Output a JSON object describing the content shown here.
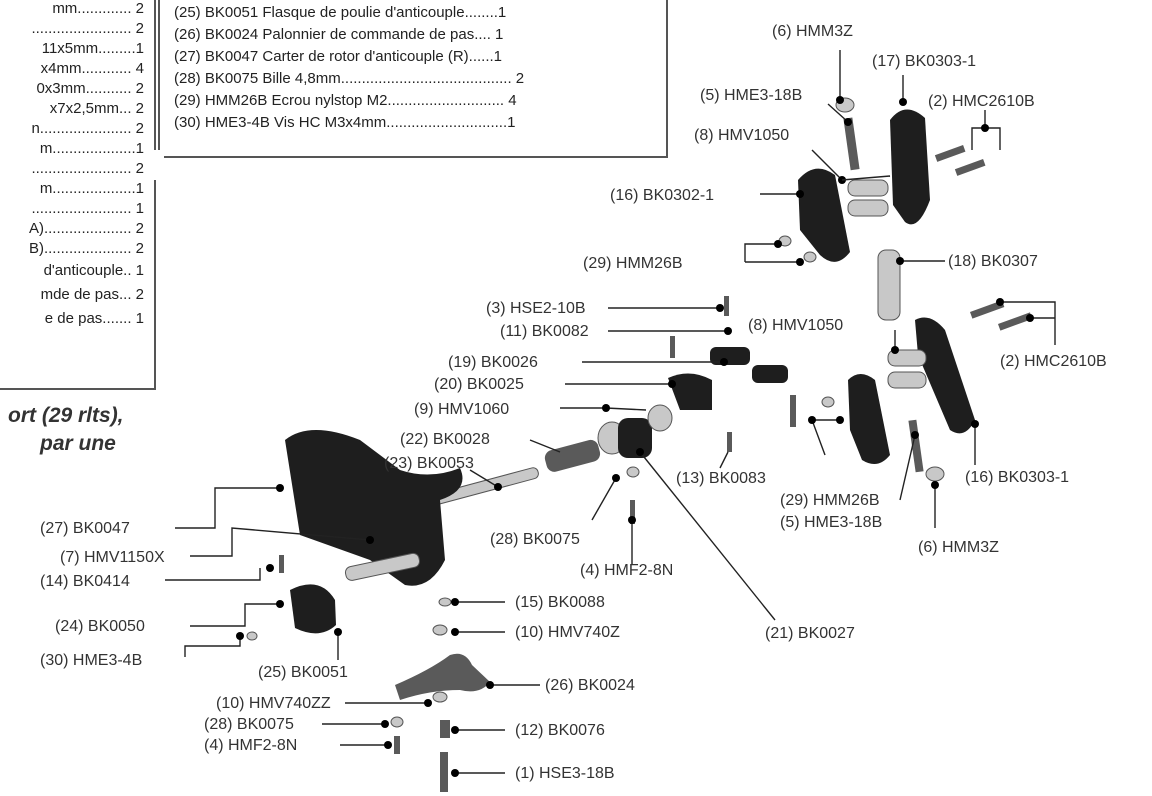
{
  "parts_list_left": [
    "mm............. 2",
    "........................ 2",
    "11x5mm.........1",
    "x4mm............ 4",
    "0x3mm........... 2",
    "x7x2,5mm... 2",
    "n...................... 2",
    "m....................1",
    "........................ 2",
    "m....................1",
    "........................ 1",
    "A)..................... 2",
    "B)..................... 2",
    "d'anticouple.. 1",
    "mde de pas... 2",
    "e de pas....... 1"
  ],
  "parts_list_right": [
    "(25) BK0051 Flasque de poulie d'anticouple........1",
    "(26) BK0024 Palonnier de commande de pas.... 1",
    "(27) BK0047 Carter de rotor d'anticouple (R)......1",
    "(28) BK0075 Bille 4,8mm......................................... 2",
    "(29) HMM26B Ecrou nylstop M2............................ 4",
    "(30) HME3-4B Vis HC M3x4mm.............................1"
  ],
  "note_lines": [
    "ort (29 rlts),",
    "par une"
  ],
  "labels": [
    "(6) HMM3Z",
    "(17) BK0303-1",
    "(5) HME3-18B",
    "(2) HMC2610B",
    "(8) HMV1050",
    "(16) BK0302-1",
    "(29) HMM26B",
    "(18) BK0307",
    "(3) HSE2-10B",
    "(11) BK0082",
    "(8) HMV1050",
    "(2) HMC2610B",
    "(19) BK0026",
    "(20) BK0025",
    "(9) HMV1060",
    "(22) BK0028",
    "(23) BK0053",
    "(13) BK0083",
    "(16) BK0303-1",
    "(29) HMM26B",
    "(5) HME3-18B",
    "(6) HMM3Z",
    "(27) BK0047",
    "(7) HMV1150X",
    "(28) BK0075",
    "(4) HMF2-8N",
    "(14) BK0414",
    "(15) BK0088",
    "(24) BK0050",
    "(10) HMV740Z",
    "(21) BK0027",
    "(30) HME3-4B",
    "(25) BK0051",
    "(26) BK0024",
    "(10) HMV740ZZ",
    "(28) BK0075",
    "(12) BK0076",
    "(4) HMF2-8N",
    "(1) HSE3-18B"
  ]
}
